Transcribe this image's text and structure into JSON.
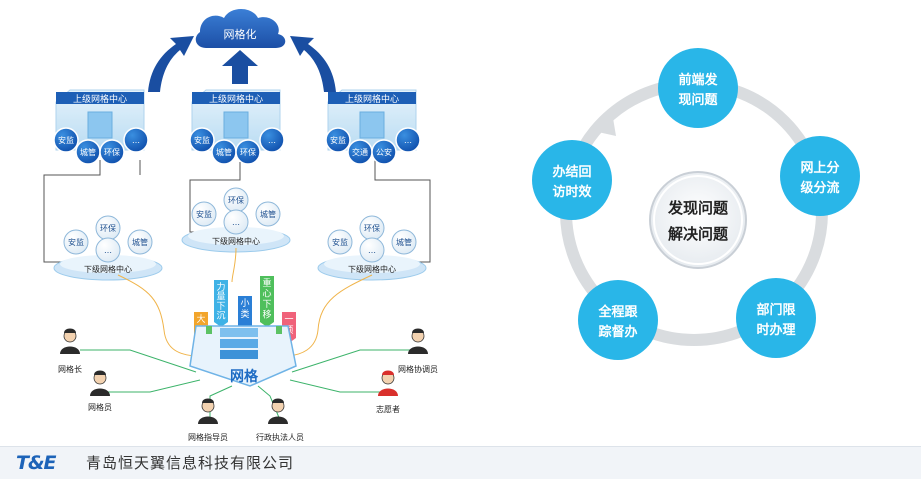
{
  "left_diagram": {
    "cloud_label": "网格化",
    "upper_centers": [
      {
        "title": "上级网格中心",
        "circles": [
          "安监",
          "城管",
          "环保",
          "…"
        ]
      },
      {
        "title": "上级网格中心",
        "circles": [
          "安监",
          "城管",
          "环保",
          "…"
        ]
      },
      {
        "title": "上级网格中心",
        "circles": [
          "安监",
          "交通",
          "公安",
          "…"
        ]
      }
    ],
    "lower_centers": [
      {
        "title": "下级网格中心",
        "circles": [
          "安监",
          "环保",
          "城管",
          "…"
        ]
      },
      {
        "title": "下级网格中心",
        "circles": [
          "安监",
          "环保",
          "城管",
          "…"
        ]
      },
      {
        "title": "下级网格中心",
        "circles": [
          "安监",
          "环保",
          "城管",
          "…"
        ]
      }
    ],
    "flags": [
      "大类",
      "力量下沉",
      "小类",
      "重心下移",
      "一项"
    ],
    "grid_label": "网格",
    "people": [
      {
        "label": "网格长",
        "color": "#2b2b2b"
      },
      {
        "label": "网格员",
        "color": "#2b2b2b"
      },
      {
        "label": "网格指导员",
        "color": "#2b2b2b"
      },
      {
        "label": "行政执法人员",
        "color": "#2b2b2b"
      },
      {
        "label": "网格协调员",
        "color": "#2b2b2b"
      },
      {
        "label": "志愿者",
        "color": "#d9302c"
      }
    ]
  },
  "cycle": {
    "center": [
      "发现问题",
      "解决问题"
    ],
    "nodes": [
      [
        "前端发",
        "现问题"
      ],
      [
        "网上分",
        "级分流"
      ],
      [
        "部门限",
        "时办理"
      ],
      [
        "全程跟",
        "踪督办"
      ],
      [
        "办结回",
        "访时效"
      ]
    ],
    "node_color": "#29b6e8"
  },
  "footer": {
    "logo": "T&E",
    "company": "青岛恒天翼信息科技有限公司"
  }
}
